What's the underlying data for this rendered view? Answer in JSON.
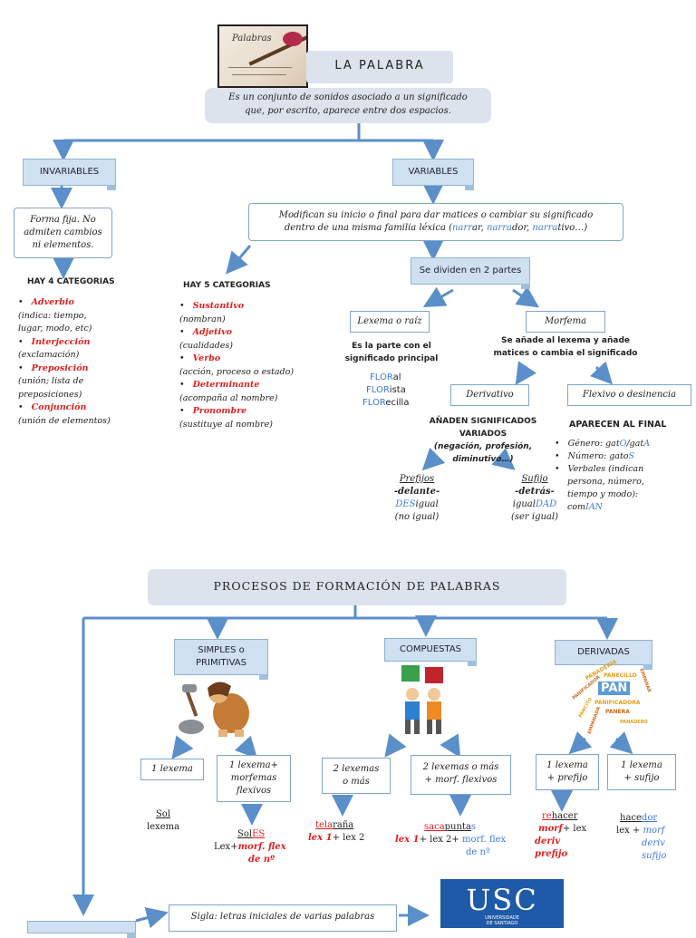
{
  "top": {
    "title": "LA PALABRA",
    "definition_l1": "Es un conjunto de sonidos asociado a un significado",
    "definition_l2": "que, por escrito, aparece entre dos espacios."
  },
  "invariables": {
    "label": "INVARIABLES",
    "box_l1": "Forma fija. No",
    "box_l2": "admiten cambios",
    "box_l3": "ni elementos.",
    "heading": "HAY 4 CATEGORIAS",
    "items": [
      {
        "name": "Adverbio",
        "desc_l1": "(indica: tiempo,",
        "desc_l2": "lugar, modo, etc)"
      },
      {
        "name": "Interjección",
        "desc_l1": "(exclamación)",
        "desc_l2": ""
      },
      {
        "name": "Preposición",
        "desc_l1": "(unión; lista de",
        "desc_l2": "preposiciones)"
      },
      {
        "name": "Conjunción",
        "desc_l1": "(unión de elementos)",
        "desc_l2": ""
      }
    ]
  },
  "variables": {
    "label": "VARIABLES",
    "box_l1": "Modifican su inicio o final para dar matices o cambiar su significado",
    "box_l2_a": "dentro de una misma familia léxica (",
    "ex1_a": "narr",
    "ex1_b": "ar, ",
    "ex2_a": "narra",
    "ex2_b": "dor, ",
    "ex3_a": "narra",
    "ex3_b": "tivo…)",
    "heading": "HAY 5 CATEGORIAS",
    "items": [
      {
        "name": "Sustantivo",
        "desc": "(nombran)"
      },
      {
        "name": "Adjetivo",
        "desc": "(cualidades)"
      },
      {
        "name": "Verbo",
        "desc": "(acción, proceso o estado)"
      },
      {
        "name": "Determinante",
        "desc": "(acompaña al nombre)"
      },
      {
        "name": "Pronombre",
        "desc": "(sustituye al nombre)"
      }
    ],
    "split_label": "Se dividen en 2 partes",
    "lexema": {
      "label": "Lexema o raíz",
      "desc_l1": "Es la parte con el",
      "desc_l2": "significado principal",
      "ex": [
        {
          "root": "FLOR",
          "suffix": "al"
        },
        {
          "root": "FLOR",
          "suffix": "ista"
        },
        {
          "root": "FLOR",
          "suffix": "ecilla"
        }
      ]
    },
    "morfema": {
      "label": "Morfema",
      "desc_l1": "Se añade al lexema y añade",
      "desc_l2": "matices o cambia el significado",
      "derivativo": {
        "label": "Derivativo",
        "heading_l1": "AÑADEN SIGNIFICADOS",
        "heading_l2": "VARIADOS",
        "heading_l3": "(negación, profesión,",
        "heading_l4": "diminutivo…)",
        "prefijos": {
          "label": "Prefijos",
          "pos": "-delante-",
          "ex_a": "DES",
          "ex_b": "igual",
          "meaning": "(no igual)"
        },
        "sufijo": {
          "label": "Sufijo",
          "pos": "-detrás-",
          "ex_a": "igual",
          "ex_b": "DAD",
          "meaning": "(ser igual)"
        }
      },
      "flexivo": {
        "label": "Flexivo o desinencia",
        "heading": "APARECEN AL FINAL",
        "genero_a": "Género: gat",
        "genero_b": "O",
        "genero_c": "/gat",
        "genero_d": "A",
        "numero_a": "Número: gato",
        "numero_b": "S",
        "verbales_l1": "Verbales (indican",
        "verbales_l2": "persona, número,",
        "verbales_l3": "tiempo y modo):",
        "verbales_l4_a": "com",
        "verbales_l4_b": "IAN"
      }
    }
  },
  "procesos": {
    "title": "PROCESOS DE FORMACIÓN DE PALABRAS",
    "simples": {
      "label_l1": "SIMPLES o",
      "label_l2": "PRIMITIVAS",
      "box1": "1 lexema",
      "box2_l1": "1 lexema+",
      "box2_l2": "morfemas",
      "box2_l3": "flexivos",
      "ex1_word": "Sol",
      "ex1_note": "lexema",
      "ex2_a": "Sol",
      "ex2_b": "ES",
      "ex2_lex": "Lex+",
      "ex2_morf": "morf. flex",
      "ex2_num": "de nº"
    },
    "compuestas": {
      "label": "COMPUESTAS",
      "box1_l1": "2 lexemas",
      "box1_l2": "o más",
      "box2_l1": "2 lexemas o más",
      "box2_l2": "+ morf. flexivos",
      "ex1_a": "tela",
      "ex1_b": "raña",
      "ex1_c": "lex 1",
      "ex1_d": "+ lex 2",
      "ex2_a": "saca",
      "ex2_b": "punta",
      "ex2_c": "s",
      "ex2_d": "lex 1",
      "ex2_e": "+ lex 2+",
      "ex2_f": "morf. flex",
      "ex2_g": "de nº"
    },
    "derivadas": {
      "label": "DERIVADAS",
      "box1_l1": "1 lexema",
      "box1_l2": "+ prefijo",
      "box2_l1": "1 lexema",
      "box2_l2": "+ sufijo",
      "ex1_a": "re",
      "ex1_b": "hacer",
      "ex1_c": "morf",
      "ex1_d": "+ lex",
      "ex1_e": "deriv",
      "ex1_f": "prefijo",
      "ex2_a": "hace",
      "ex2_b": "dor",
      "ex2_c": "lex +",
      "ex2_d": "morf",
      "ex2_e": "deriv",
      "ex2_f": "sufijo",
      "word_cloud": [
        "PANADERÍA",
        "PAN",
        "PANIFICADOR",
        "EMPANAR",
        "PANECILLO",
        "PANERA",
        "PANIFICADORA",
        "PANCITO",
        "EMPANADA",
        "PANADERO"
      ]
    },
    "sigla": {
      "text": "Sigla: letras iniciales de varias palabras",
      "logo_text": "USC",
      "logo_sub_l1": "UNIVERSIDADE",
      "logo_sub_l2": "DE SANTIAGO"
    }
  },
  "image_caption": "Palabras",
  "colors": {
    "arrow": "#5b8fc9",
    "banner": "#cfe0f1",
    "panel": "#dde3ec",
    "red": "#e02020",
    "blue": "#3e7bd6",
    "usc_blue": "#1e5aa8"
  }
}
